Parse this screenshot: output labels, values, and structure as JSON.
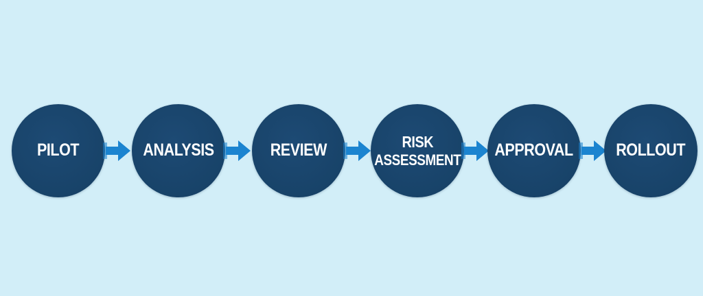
{
  "steps": [
    {
      "label": "PILOT"
    },
    {
      "label": "ANALYSIS"
    },
    {
      "label": "REVIEW"
    },
    {
      "label_line1": "RISK",
      "label_line2": "ASSESSMENT"
    },
    {
      "label": "APPROVAL"
    },
    {
      "label": "ROLLOUT"
    }
  ],
  "colors": {
    "background": "#d2eef8",
    "circle": "#184369",
    "arrow": "#1b84d0",
    "text": "#ffffff"
  },
  "icons": {
    "connector": "arrow-right-icon"
  }
}
